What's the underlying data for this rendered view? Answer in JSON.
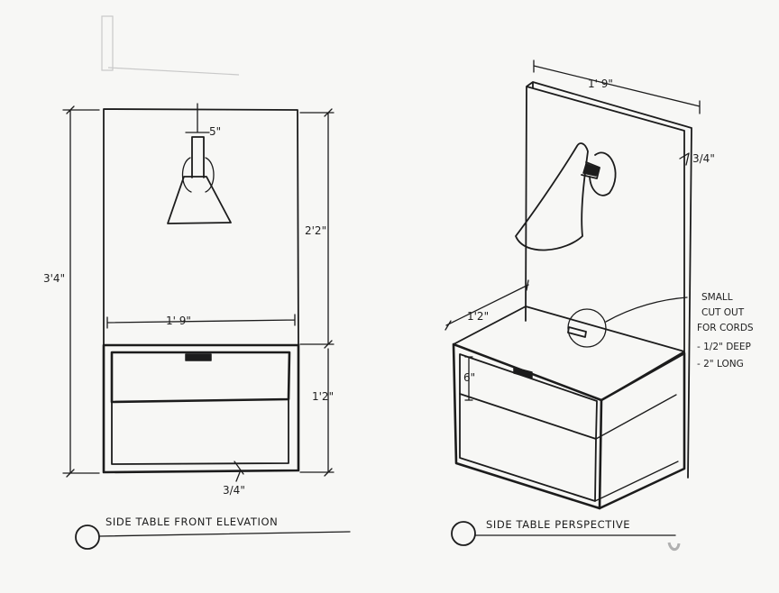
{
  "front_elevation": {
    "title": "SIDE TABLE FRONT ELEVATION",
    "dims": {
      "lamp_width": "5\"",
      "upper_height": "2'2\"",
      "total_height": "3'4\"",
      "width": "1' 9\"",
      "table_height": "1'2\"",
      "thickness": "3/4\""
    }
  },
  "perspective": {
    "title": "SIDE TABLE PERSPECTIVE",
    "dims": {
      "width": "1' 9\"",
      "thickness": "3/4\"",
      "depth": "1'2\"",
      "drawer_height": "6\""
    },
    "note": [
      "SMALL",
      "CUT OUT",
      "FOR CORDS",
      "- 1/2\" DEEP",
      "- 2\" LONG"
    ]
  }
}
